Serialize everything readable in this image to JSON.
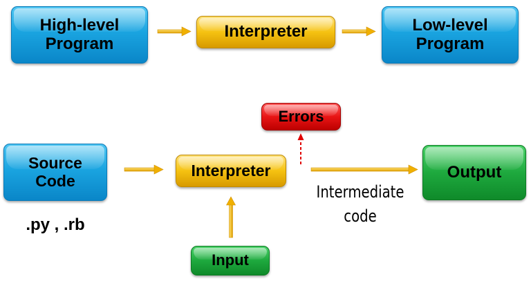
{
  "top_row": {
    "source": "High-level\nProgram",
    "interpreter": "Interpreter",
    "target": "Low-level\nProgram"
  },
  "bottom_row": {
    "source": "Source\nCode",
    "source_ext": ".py , .rb",
    "interpreter": "Interpreter",
    "errors": "Errors",
    "output": "Output",
    "input": "Input",
    "intermediate_label": "Intermediate\ncode"
  },
  "colors": {
    "blue_box": "#1aa4e0",
    "gold_box": "#f5c211",
    "green_box": "#1ea93e",
    "red_box": "#e81515",
    "arrow": "#f5b400",
    "error_arrow": "#e00000"
  }
}
